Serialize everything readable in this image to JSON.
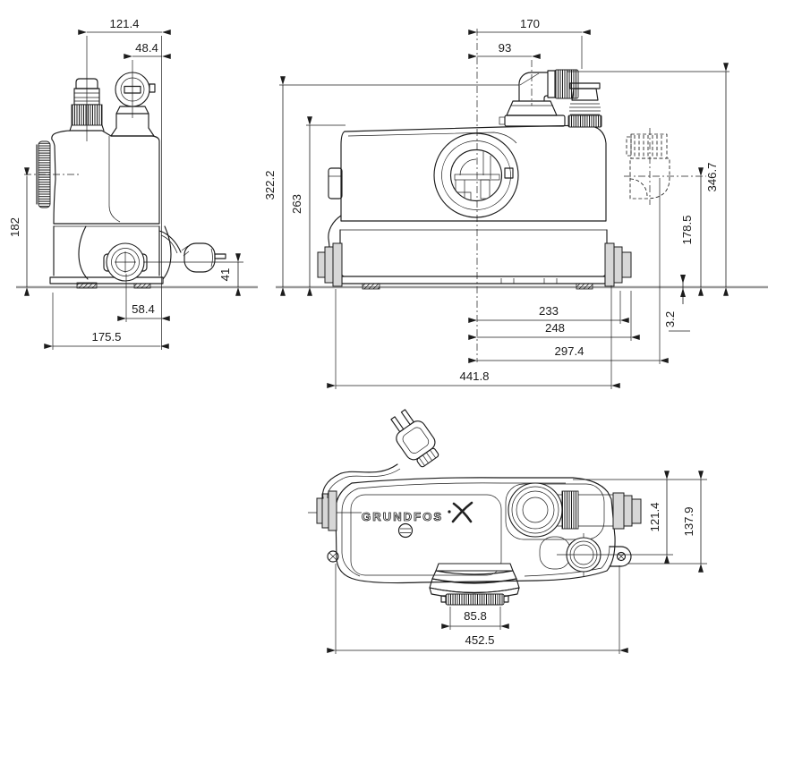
{
  "drawing": {
    "brand_logo": "GRUNDFOS",
    "side_view": {
      "dim_top_width": "121.4",
      "dim_vent_offset": "48.4",
      "dim_inlet_center_height": "182",
      "dim_outlet_center_height": "41",
      "dim_outlet_offset": "58.4",
      "dim_depth": "175.5"
    },
    "front_view": {
      "dim_elbow_offset": "170",
      "dim_pipe_offset": "93",
      "dim_elbow_top_height": "322.2",
      "dim_tank_height": "263",
      "dim_total_height": "346.7",
      "dim_side_outlet_height": "178.5",
      "dim_base_plate_thickness": "3.2",
      "dim_center_to_tank_edge": "233",
      "dim_center_to_connector": "248",
      "dim_center_to_elbow_outlet": "297.4",
      "dim_total_width": "441.8"
    },
    "top_view": {
      "dim_port_center_width": "121.4",
      "dim_overall_width": "137.9",
      "dim_bottom_inlet_width": "85.8",
      "dim_total_length": "452.5"
    }
  }
}
